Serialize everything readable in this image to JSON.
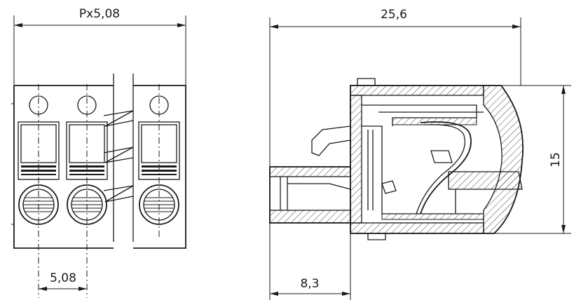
{
  "dimensions": {
    "front_width_label": "Px5,08",
    "pitch_label": "5,08",
    "side_length_label": "25,6",
    "side_height_label": "15",
    "side_offset_label": "8,3"
  },
  "colors": {
    "line": "#1a1a1a",
    "background": "#ffffff"
  }
}
